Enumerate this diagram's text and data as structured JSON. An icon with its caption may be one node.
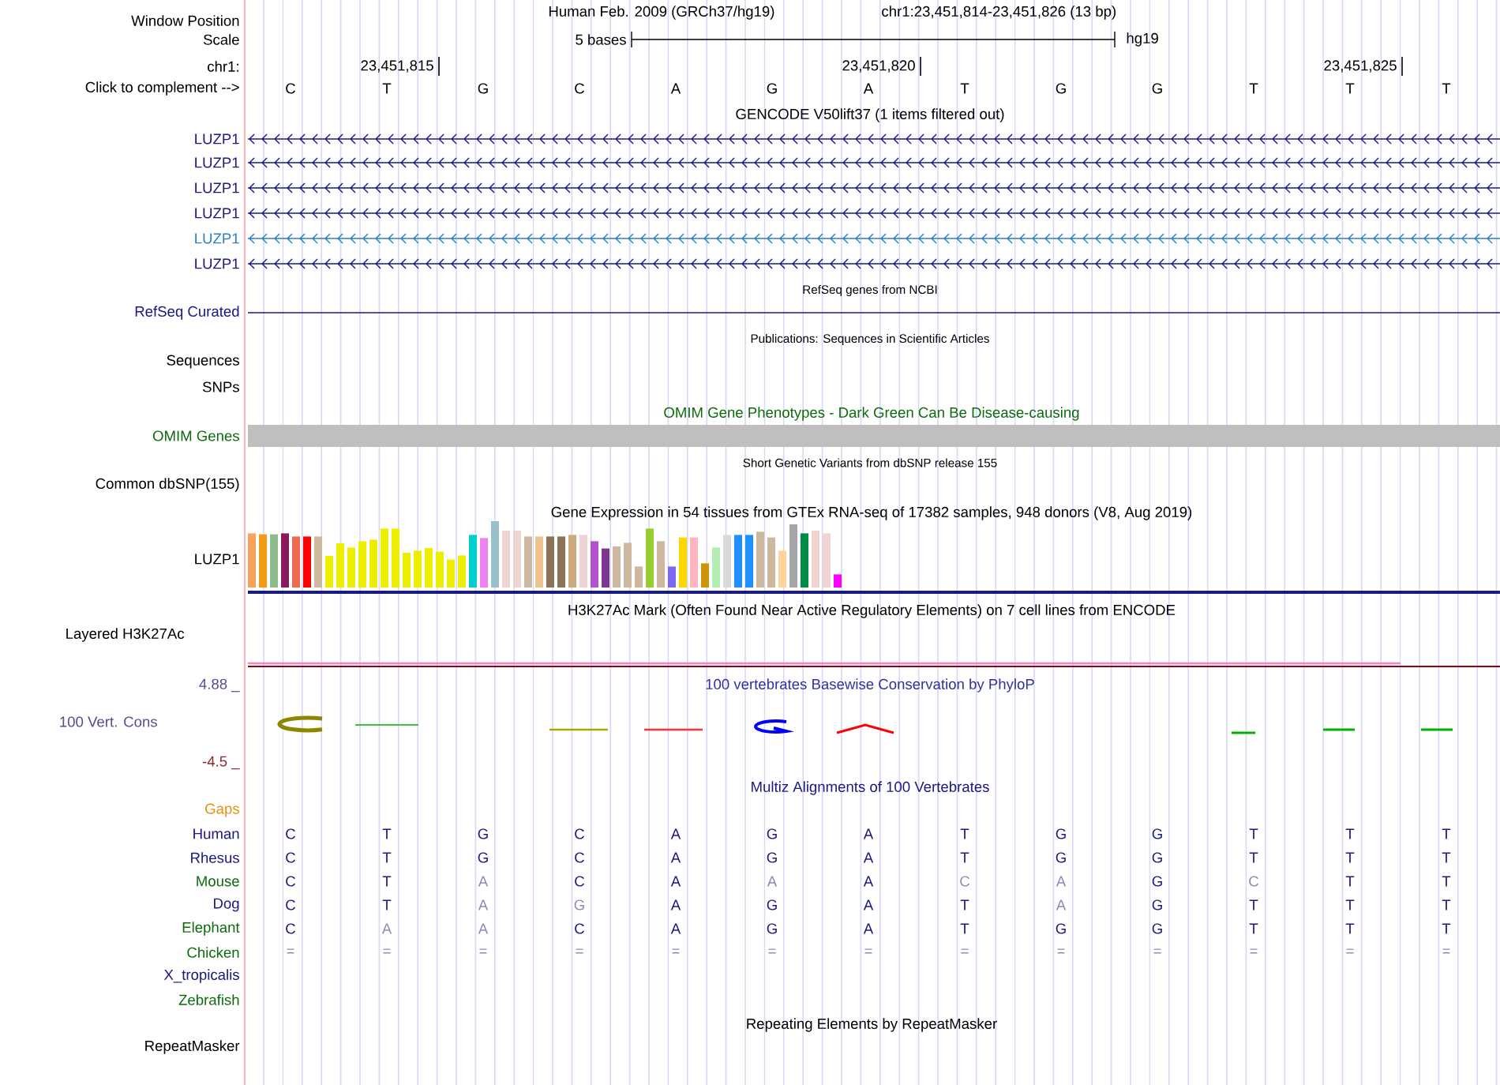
{
  "diagram": {
    "labels": [
      "Window Position",
      "Human Feb. 2009 (GRCh37/hg19)",
      "chr1:23,451,814-23,451,826 (13 bp)",
      "Scale",
      "5 bases",
      "hg19",
      "chr1:",
      "23,451,815",
      "23,451,820",
      "23,451,825",
      "Click to complement -->",
      "C",
      "T",
      "G",
      "C",
      "A",
      "G",
      "A",
      "T",
      "G",
      "G",
      "T",
      "T",
      "T",
      "GENCODE V50lift37 (1 items filtered out)",
      "LUZP1",
      "LUZP1",
      "LUZP1",
      "LUZP1",
      "LUZP1",
      "LUZP1",
      "RefSeq genes from NCBI",
      "RefSeq Curated",
      "Publications: Sequences in Scientific Articles",
      "Sequences",
      "SNPs",
      "OMIM Gene Phenotypes - Dark Green Can Be Disease-causing",
      "OMIM Genes",
      "Short Genetic Variants from dbSNP release 155",
      "Common dbSNP(155)",
      "Gene Expression in 54 tissues from GTEx RNA-seq of 17382 samples, 948 donors (V8, Aug 2019)",
      "LUZP1",
      "H3K27Ac Mark (Often Found Near Active Regulatory Elements) on 7 cell lines from ENCODE",
      "Layered H3K27Ac",
      "4.88 _",
      "100 vertebrates Basewise Conservation by PhyloP",
      "100 Vert. Cons",
      "-4.5 _",
      "Multiz Alignments of 100 Vertebrates",
      "Gaps",
      "Human",
      "C",
      "T",
      "G",
      "C",
      "A",
      "G",
      "A",
      "T",
      "G",
      "G",
      "T",
      "T",
      "T",
      "Rhesus",
      "C",
      "T",
      "G",
      "C",
      "A",
      "G",
      "A",
      "T",
      "G",
      "G",
      "T",
      "T",
      "T",
      "Mouse",
      "C",
      "T",
      "A",
      "C",
      "A",
      "A",
      "A",
      "C",
      "A",
      "G",
      "C",
      "T",
      "T",
      "Dog",
      "C",
      "T",
      "A",
      "G",
      "A",
      "G",
      "A",
      "T",
      "A",
      "G",
      "T",
      "T",
      "T",
      "Elephant",
      "C",
      "A",
      "A",
      "C",
      "A",
      "G",
      "A",
      "T",
      "G",
      "G",
      "T",
      "T",
      "T",
      "Chicken",
      "=",
      "=",
      "=",
      "=",
      "=",
      "=",
      "=",
      "=",
      "=",
      "=",
      "=",
      "=",
      "=",
      "X_tropicalis",
      "Zebrafish",
      "Repeating Elements by RepeatMasker",
      "RepeatMasker"
    ]
  }
}
